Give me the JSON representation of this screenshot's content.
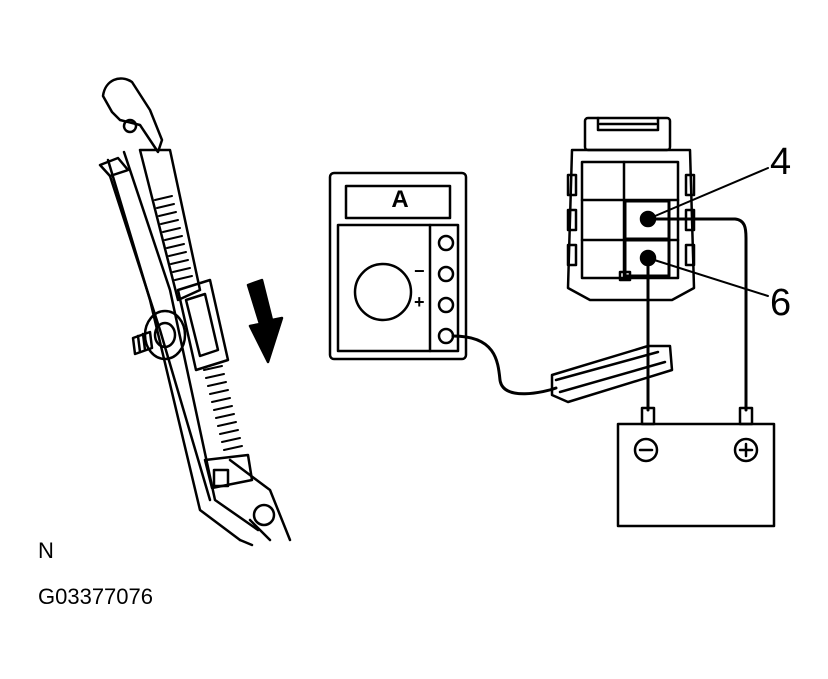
{
  "diagram": {
    "meter": {
      "mode_label": "A",
      "minus_sign": "−",
      "plus_sign": "+"
    },
    "connector_callouts": {
      "pin_top": "4",
      "pin_bottom": "6"
    },
    "battery": {
      "negative_symbol": "⊖",
      "positive_symbol": "⊕"
    },
    "view_label": "N",
    "figure_code": "G03377076"
  },
  "style": {
    "line_color": "#000000",
    "background": "#ffffff"
  }
}
